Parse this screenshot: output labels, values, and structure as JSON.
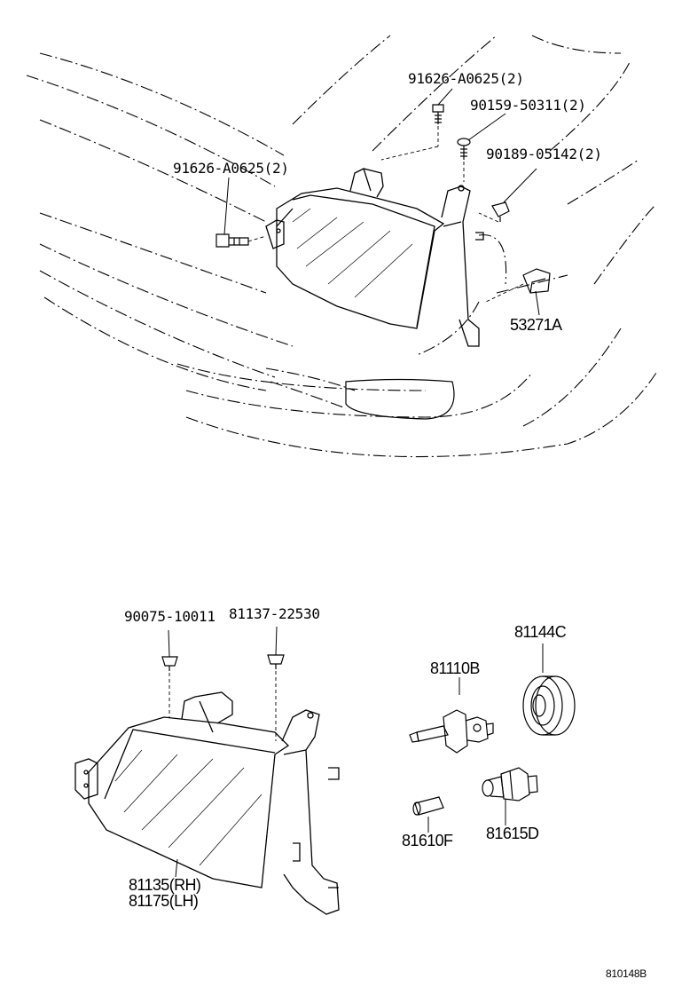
{
  "callouts": {
    "bolt_top_right": "91626-A0625(2)",
    "screw": "90159-50311(2)",
    "clip": "90189-05142(2)",
    "bolt_left": "91626-A0625(2)",
    "bracket_part": "53271A",
    "clip_a": "90075-10011",
    "clip_b": "81137-22530",
    "socket": "81144C",
    "bulb_main": "81110B",
    "bulb_small": "81610F",
    "bulb_socket": "81615D",
    "headlamp_rh": "81135(RH)",
    "headlamp_lh": "81175(LH)"
  },
  "footer": {
    "drawing_id": "810148B"
  }
}
